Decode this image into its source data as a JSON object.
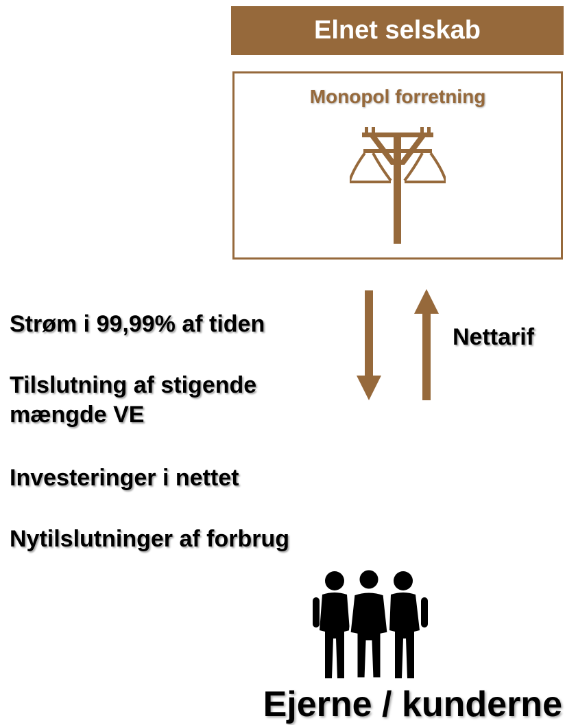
{
  "header": {
    "title": "Elnet selskab"
  },
  "company_box": {
    "title": "Monopol forretning",
    "icon": "utility-pole-icon"
  },
  "flows": {
    "down_icon": "arrow-down-icon",
    "up_icon": "arrow-up-icon",
    "up_label": "Nettarif",
    "down_items": [
      "Strøm i 99,99% af tiden",
      "Tilslutning af stigende",
      "mængde VE",
      "Investeringer i nettet",
      "Nytilslutninger af forbrug"
    ]
  },
  "customers": {
    "icon": "people-group-icon",
    "label": "Ejerne / kunderne"
  },
  "colors": {
    "accent": "#96693b",
    "text": "#000000",
    "background": "#ffffff"
  }
}
